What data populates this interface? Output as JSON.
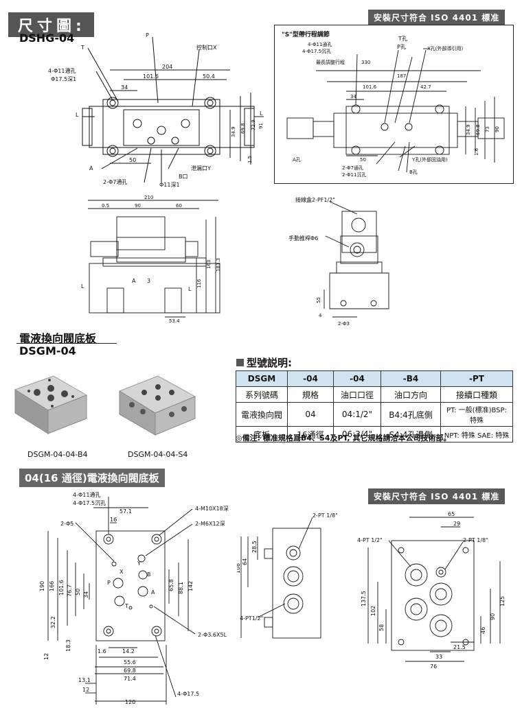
{
  "header": {
    "title": "尺寸圖:",
    "model": "DSHG-04",
    "standard_note": "安裝尺寸符合 ISO 4401 標准"
  },
  "top_view": {
    "labels": {
      "p_port": "P",
      "t_port": "T",
      "control_x": "控制口X",
      "holes_4": "4-Φ11通孔",
      "counterbore": "Φ17.5深1",
      "drain_y": "泄漏口Y",
      "a_port": "A",
      "b_port": "B口",
      "pin_2": "2-Φ7通孔",
      "deep_11": "Φ11深1",
      "l_left": "L",
      "l_right": "L"
    },
    "dims": {
      "d204": "204",
      "d101_6": "101.6",
      "d50_4": "50.4",
      "d34": "34",
      "d50": "50",
      "d34_9": "34.9",
      "d69_8": "69.8",
      "d72_9": "72.9",
      "d91": "91",
      "d1_5": "1.5"
    }
  },
  "stroke_view": {
    "title": "\"S\"型帶行程調節",
    "holes": "4-Φ11通孔",
    "counterbore": "4-Φ17.5沉孔",
    "max_stroke": "最長調整行程",
    "max_stroke_val": "330",
    "t_hole": "T孔",
    "p_hole": "P孔",
    "x_hole": "X孔(外部導引用)",
    "y_hole": "Y孔(外部回油用)",
    "a_hole": "A孔",
    "b_hole": "B孔",
    "pin": "2-Φ7通孔",
    "sink": "2-Φ11沉孔",
    "d187": "187",
    "d101_6": "101.6",
    "d42_7": "42.7",
    "d34": "34",
    "d50": "50",
    "d34_9": "34.9",
    "d69_8": "69.8",
    "d73": "73",
    "d90": "90",
    "d1_6": "1.6"
  },
  "front_view": {
    "d210": "210",
    "d0_5": "0.5",
    "d90": "90",
    "d60": "60",
    "d163": "163",
    "d181_3": "181.3",
    "d116": "116",
    "d53_4": "53.4",
    "l_left": "L",
    "l_right": "L",
    "port_a": "A",
    "port_3": "3"
  },
  "side_view": {
    "junction": "接線盒2-PF1/2\"",
    "manual": "手動推桿Φ6",
    "d55": "55",
    "d4": "4",
    "d2_phi3": "2-Φ3"
  },
  "subplate": {
    "title": "電液換向閥底板",
    "model": "DSGM-04",
    "img1_caption": "DSGM-04-04-B4",
    "img2_caption": "DSGM-04-04-S4"
  },
  "model_table": {
    "title": "型號説明:",
    "headers": [
      "DSGM",
      "-04",
      "-04",
      "-B4",
      "-PT"
    ],
    "row1": [
      "系列號碼",
      "規格",
      "油口口徑",
      "油口方向",
      "接續口種類"
    ],
    "row2": [
      "電液換向閥",
      "04",
      "04:1/2\"",
      "B4:4孔底側",
      "PT: 一般(標准)BSP: 特殊"
    ],
    "row3": [
      "底板",
      "16通徑",
      "06:3/4\"",
      "S4:4孔邊側",
      "NPT: 特殊   SAE: 特殊"
    ],
    "note": "◎備注: 標准規格爲B4、S4及PT, 其它規格請洽本公司技術部。"
  },
  "section2": {
    "title": "04(16 通徑)電液換向閥底板",
    "standard_note": "安裝尺寸符合 ISO 4401 標准",
    "labels": {
      "holes_4": "4-Φ11通孔",
      "counterbore_4": "4-Φ17.5沉孔",
      "d57_1": "57.1",
      "m10": "4-M10X18深",
      "m6": "2-M6X12深",
      "phi5": "2-Φ5",
      "d16": "16",
      "port_x": "X",
      "port_y": "Y",
      "port_b": "B",
      "port_p": "P",
      "port_a": "A",
      "port_t": "T",
      "d190": "190",
      "d166": "166",
      "d101_6": "101.6",
      "d76_7": "76.7",
      "d50": "50",
      "d34": "34",
      "d32_2": "32.2",
      "d18_3": "18.3",
      "d12": "12",
      "d65_8": "65.8",
      "d88_1": "88.1",
      "d142": "142",
      "d1_6": "1.6",
      "d14_2": "14.2",
      "d55_6": "55.6",
      "d69_8": "69.8",
      "d71_4": "71.4",
      "d13_1": "13.1",
      "d12b": "12",
      "d120": "120",
      "pin36": "2-Φ3.6X5L",
      "phi17_5": "4-Φ17.5"
    },
    "middle": {
      "pt18": "2-PT 1/8\"",
      "pt12": "4-PT1/2\"",
      "d28_5": "28.5",
      "d64": "64",
      "d108": "108"
    },
    "right": {
      "pt12": "4-PT 1/2\"",
      "pt18": "2-PT 1/8\"",
      "d65": "65",
      "d29": "29",
      "d137_5": "137.5",
      "d102": "102",
      "d58": "58",
      "d46": "46",
      "d90": "90",
      "d125": "125",
      "d21_5": "21.5",
      "d33": "33",
      "d76": "76"
    }
  }
}
